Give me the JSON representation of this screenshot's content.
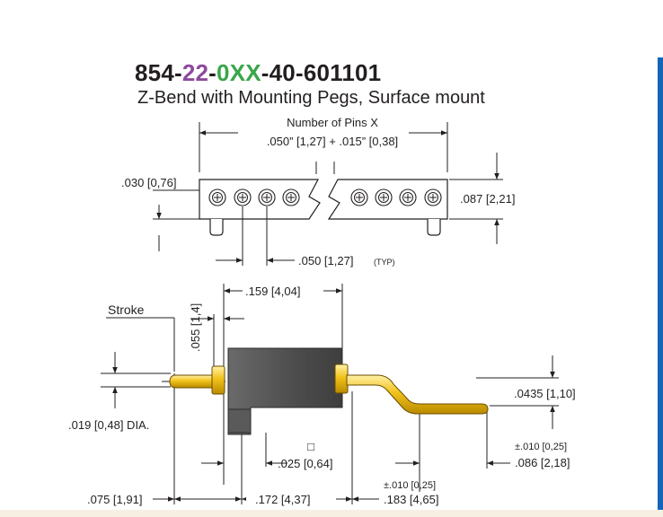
{
  "part_number": {
    "prefix": "854-",
    "pins_field": "22",
    "dash1": "-",
    "variant_field": "0XX",
    "suffix": "-40-601101",
    "colors": {
      "pins_field": "#8d4a9e",
      "variant_field": "#3aa64a",
      "text": "#231f20"
    }
  },
  "subtitle": "Z-Bend with Mounting Pegs, Surface mount",
  "top_view": {
    "pins_label": "Number of Pins X",
    "length_formula": ".050” [1,27] + .015” [0,38]",
    "height_left": ".030 [0,76]",
    "height_right": ".087 [2,21]",
    "pitch": ".050 [1,27]",
    "pitch_note": "(TYP)"
  },
  "side_view": {
    "stroke_label": "Stroke",
    "dim_055": ".055 [1,4]",
    "dim_159": ".159 [4,04]",
    "dim_0435": ".0435 [1,10]",
    "dim_019": ".019 [0,48] DIA.",
    "tol_086": "±.010 [0,25]",
    "dim_086": ".086 [2,18]",
    "dim_025": ".025 [0,64]",
    "square_symbol": "□",
    "tol_183": "±.010 [0,25]",
    "dim_075": ".075 [1,91]",
    "dim_172": ".172 [4,37]",
    "dim_183": ".183 [4,65]",
    "colors": {
      "housing": "#545454",
      "pin_gold": "#f2c21b",
      "accent_bar": "#1565b8"
    }
  }
}
